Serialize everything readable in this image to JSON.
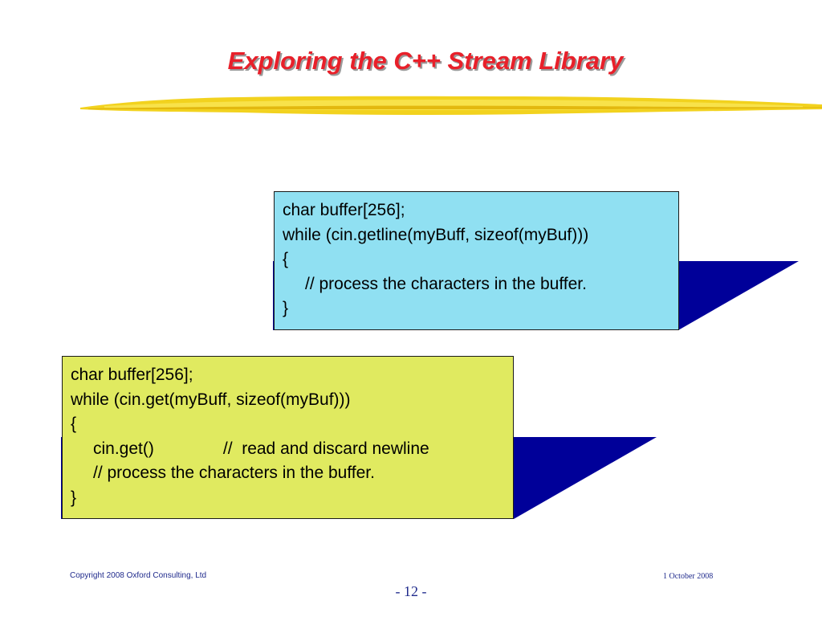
{
  "title": "Exploring the C++ Stream Library",
  "colors": {
    "title": "#e8202a",
    "brush": "#f2d21e",
    "top_box_fill": "#90e0f2",
    "bottom_box_fill": "#e0ea60",
    "shadow_shape": "#000099",
    "footer_text": "#1f2a8c"
  },
  "top_box": {
    "lines": [
      "char buffer[256];",
      "while (cin.getline(myBuff, sizeof(myBuf)))",
      "{",
      "// process the characters in the buffer.",
      "}"
    ]
  },
  "bottom_box": {
    "lines": [
      "char buffer[256];",
      "while (cin.get(myBuff, sizeof(myBuf)))",
      "{",
      "cin.get()",
      "//  read and discard newline",
      "// process the characters in the buffer.",
      "}"
    ]
  },
  "footer": {
    "copyright": "Copyright 2008 Oxford Consulting, Ltd",
    "date": "1 October 2008",
    "page": "- 12 -"
  }
}
